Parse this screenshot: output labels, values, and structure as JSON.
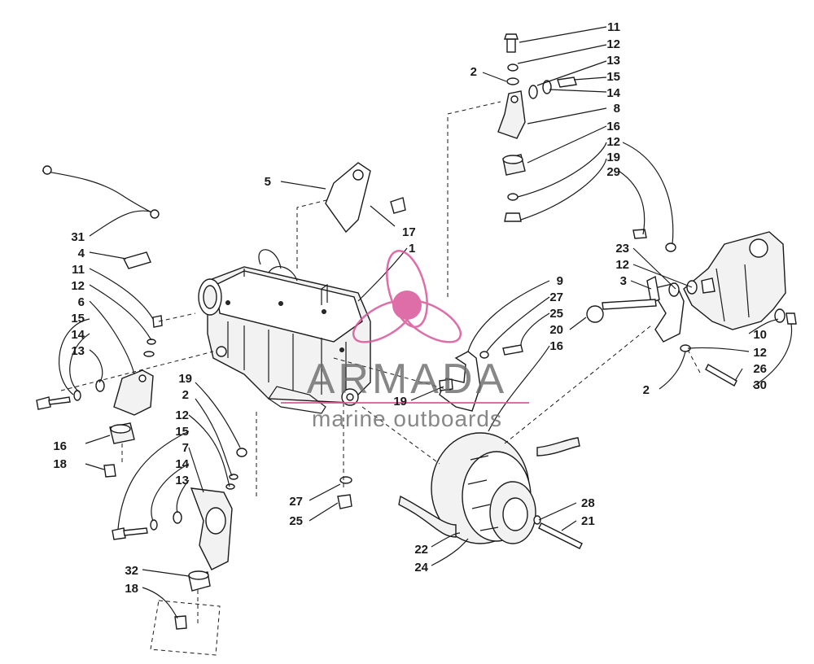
{
  "watermark": {
    "brand": "ARMADA",
    "tagline": "marine outboards",
    "accent_color": "#d9559a"
  },
  "callouts": [
    "11",
    "12",
    "2",
    "13",
    "15",
    "14",
    "8",
    "16",
    "12",
    "19",
    "29",
    "5",
    "17",
    "1",
    "31",
    "4",
    "11",
    "12",
    "6",
    "15",
    "14",
    "13",
    "23",
    "12",
    "3",
    "9",
    "27",
    "25",
    "20",
    "16",
    "10",
    "12",
    "2",
    "26",
    "30",
    "19",
    "2",
    "19",
    "16",
    "18",
    "12",
    "15",
    "7",
    "14",
    "13",
    "27",
    "25",
    "28",
    "21",
    "22",
    "24",
    "32",
    "18"
  ]
}
